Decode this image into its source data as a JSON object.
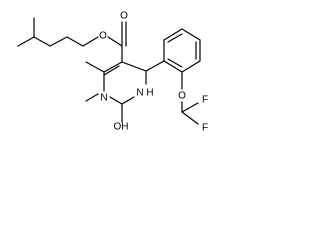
{
  "molecule": {
    "atoms": {
      "ester_o_carbonyl": "O",
      "ester_o_single": "O",
      "ring_n_methyl": "N",
      "ring_n_h": "N",
      "ring_n_h_h": "H",
      "ring_oh": "OH",
      "ether_o": "O",
      "f_top": "F",
      "f_bottom": "F"
    }
  }
}
